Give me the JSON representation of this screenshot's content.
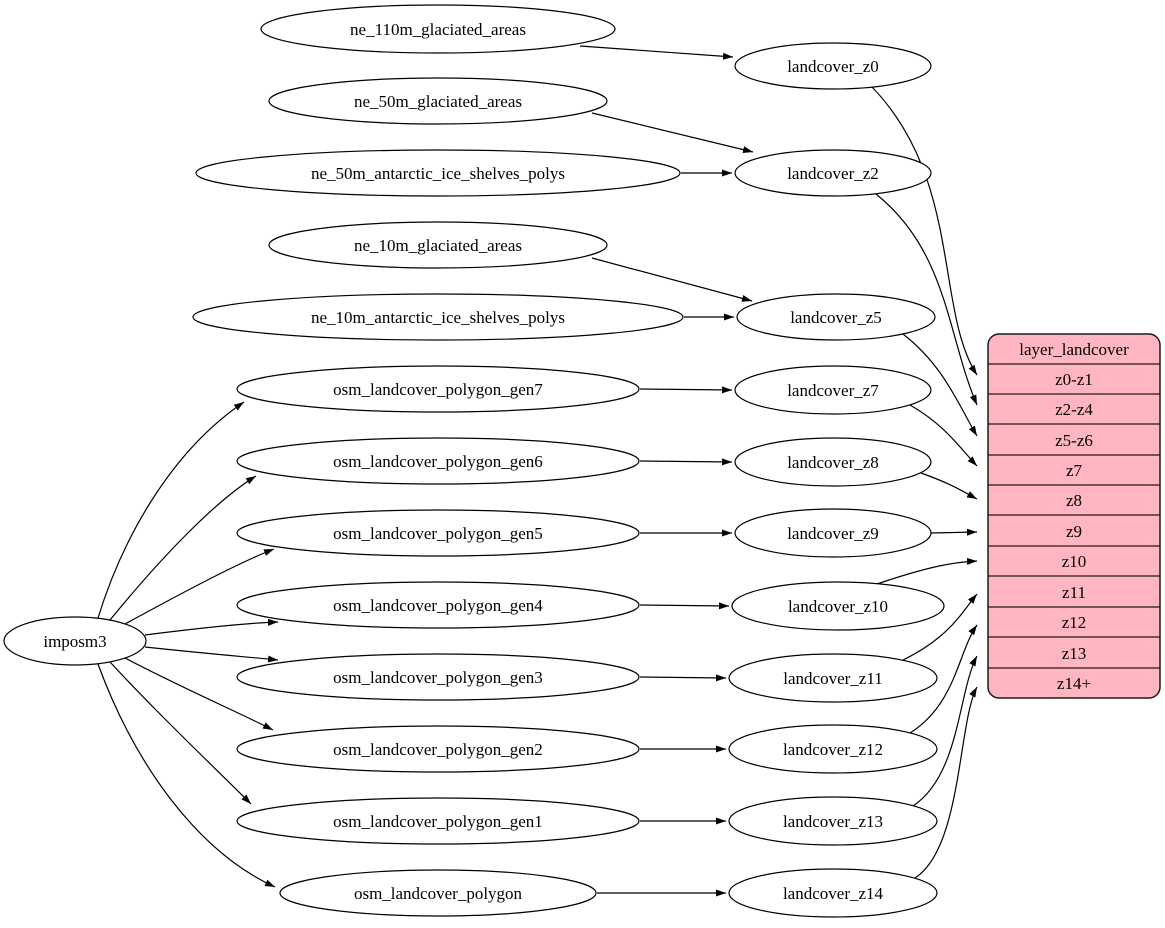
{
  "diagram": {
    "kind": "graphviz-digraph",
    "background": "#ffffff"
  },
  "colors": {
    "table_fill": "#ffb6c1",
    "node_fill": "#ffffff",
    "edge_stroke": "#000000"
  },
  "nodes": {
    "imposm3": "imposm3",
    "ne_110m_glaciated_areas": "ne_110m_glaciated_areas",
    "ne_50m_glaciated_areas": "ne_50m_glaciated_areas",
    "ne_50m_antarctic_ice_shelves_polys": "ne_50m_antarctic_ice_shelves_polys",
    "ne_10m_glaciated_areas": "ne_10m_glaciated_areas",
    "ne_10m_antarctic_ice_shelves_polys": "ne_10m_antarctic_ice_shelves_polys",
    "osm_landcover_polygon_gen7": "osm_landcover_polygon_gen7",
    "osm_landcover_polygon_gen6": "osm_landcover_polygon_gen6",
    "osm_landcover_polygon_gen5": "osm_landcover_polygon_gen5",
    "osm_landcover_polygon_gen4": "osm_landcover_polygon_gen4",
    "osm_landcover_polygon_gen3": "osm_landcover_polygon_gen3",
    "osm_landcover_polygon_gen2": "osm_landcover_polygon_gen2",
    "osm_landcover_polygon_gen1": "osm_landcover_polygon_gen1",
    "osm_landcover_polygon": "osm_landcover_polygon",
    "landcover_z0": "landcover_z0",
    "landcover_z2": "landcover_z2",
    "landcover_z5": "landcover_z5",
    "landcover_z7": "landcover_z7",
    "landcover_z8": "landcover_z8",
    "landcover_z9": "landcover_z9",
    "landcover_z10": "landcover_z10",
    "landcover_z11": "landcover_z11",
    "landcover_z12": "landcover_z12",
    "landcover_z13": "landcover_z13",
    "landcover_z14": "landcover_z14"
  },
  "table": {
    "title": "layer_landcover",
    "rows": [
      "z0-z1",
      "z2-z4",
      "z5-z6",
      "z7",
      "z8",
      "z9",
      "z10",
      "z11",
      "z12",
      "z13",
      "z14+"
    ]
  },
  "edges": [
    {
      "from": "ne_110m_glaciated_areas",
      "to": "landcover_z0"
    },
    {
      "from": "ne_50m_glaciated_areas",
      "to": "landcover_z2"
    },
    {
      "from": "ne_50m_antarctic_ice_shelves_polys",
      "to": "landcover_z2"
    },
    {
      "from": "ne_10m_glaciated_areas",
      "to": "landcover_z5"
    },
    {
      "from": "ne_10m_antarctic_ice_shelves_polys",
      "to": "landcover_z5"
    },
    {
      "from": "imposm3",
      "to": "osm_landcover_polygon_gen7"
    },
    {
      "from": "imposm3",
      "to": "osm_landcover_polygon_gen6"
    },
    {
      "from": "imposm3",
      "to": "osm_landcover_polygon_gen5"
    },
    {
      "from": "imposm3",
      "to": "osm_landcover_polygon_gen4"
    },
    {
      "from": "imposm3",
      "to": "osm_landcover_polygon_gen3"
    },
    {
      "from": "imposm3",
      "to": "osm_landcover_polygon_gen2"
    },
    {
      "from": "imposm3",
      "to": "osm_landcover_polygon_gen1"
    },
    {
      "from": "imposm3",
      "to": "osm_landcover_polygon"
    },
    {
      "from": "osm_landcover_polygon_gen7",
      "to": "landcover_z7"
    },
    {
      "from": "osm_landcover_polygon_gen6",
      "to": "landcover_z8"
    },
    {
      "from": "osm_landcover_polygon_gen5",
      "to": "landcover_z9"
    },
    {
      "from": "osm_landcover_polygon_gen4",
      "to": "landcover_z10"
    },
    {
      "from": "osm_landcover_polygon_gen3",
      "to": "landcover_z11"
    },
    {
      "from": "osm_landcover_polygon_gen2",
      "to": "landcover_z12"
    },
    {
      "from": "osm_landcover_polygon_gen1",
      "to": "landcover_z13"
    },
    {
      "from": "osm_landcover_polygon",
      "to": "landcover_z14"
    },
    {
      "from": "landcover_z0",
      "to": "layer_landcover:z0-z1"
    },
    {
      "from": "landcover_z2",
      "to": "layer_landcover:z2-z4"
    },
    {
      "from": "landcover_z5",
      "to": "layer_landcover:z5-z6"
    },
    {
      "from": "landcover_z7",
      "to": "layer_landcover:z7"
    },
    {
      "from": "landcover_z8",
      "to": "layer_landcover:z8"
    },
    {
      "from": "landcover_z9",
      "to": "layer_landcover:z9"
    },
    {
      "from": "landcover_z10",
      "to": "layer_landcover:z10"
    },
    {
      "from": "landcover_z11",
      "to": "layer_landcover:z11"
    },
    {
      "from": "landcover_z12",
      "to": "layer_landcover:z12"
    },
    {
      "from": "landcover_z13",
      "to": "layer_landcover:z13"
    },
    {
      "from": "landcover_z14",
      "to": "layer_landcover:z14+"
    }
  ]
}
